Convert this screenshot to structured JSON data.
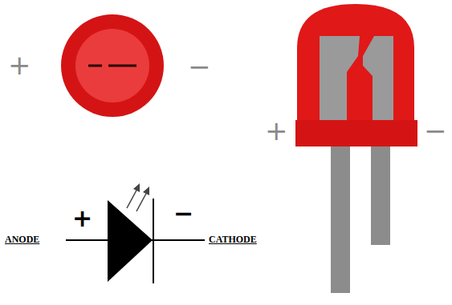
{
  "diagram": {
    "labels": [
      "+",
      "−",
      "+",
      "−",
      "+",
      "ANODE",
      "−",
      "CATHODE"
    ]
  }
}
